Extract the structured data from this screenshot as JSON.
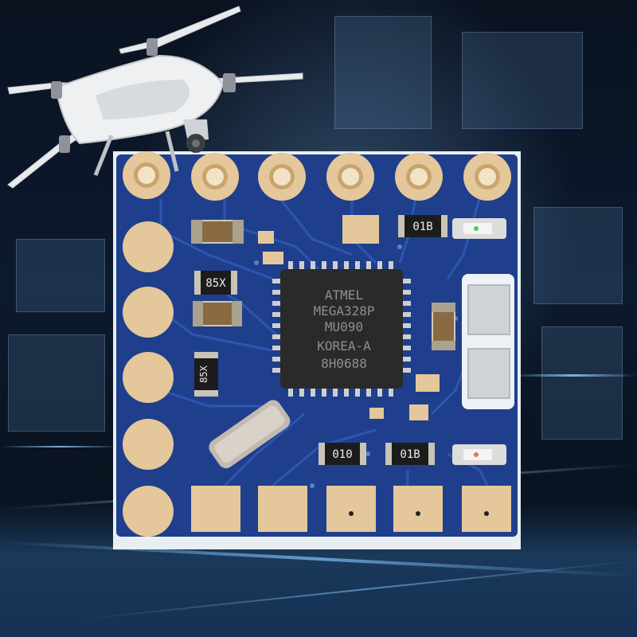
{
  "chip": {
    "line1": "ATMEL",
    "line2": "MEGA328P",
    "line3": "MU090",
    "line4": "KOREA-A",
    "line5": "8H0688"
  },
  "resistors": {
    "top_right": "01B",
    "left_1": "85X",
    "left_2": "85X",
    "bottom_mid": "010",
    "bottom_right": "01B"
  },
  "colors": {
    "pcb": "#1f3f8c",
    "pad_gold": "#e4c79a",
    "chip": "#2a2a2a"
  }
}
